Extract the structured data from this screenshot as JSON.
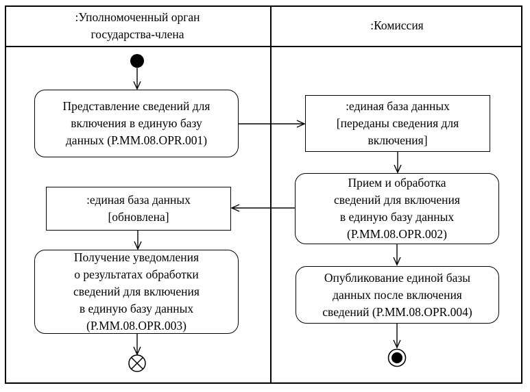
{
  "diagram": {
    "type": "uml-activity-swimlane",
    "colors": {
      "line": "#000000",
      "background": "#ffffff"
    },
    "lanes": {
      "left": {
        "title_lines": [
          ":Уполномоченный орган",
          "государства-члена"
        ]
      },
      "right": {
        "title_lines": [
          ":Комиссия"
        ]
      }
    },
    "nodes": {
      "initial": {
        "kind": "initial-node",
        "lane": "left"
      },
      "submit": {
        "kind": "action",
        "lane": "left",
        "lines": [
          "Представление сведений для",
          "включения в единую базу",
          "данных (P.MM.08.OPR.001)"
        ]
      },
      "db_transferred": {
        "kind": "object",
        "lane": "right",
        "lines": [
          ":единая база данных",
          "[переданы сведения для",
          "включения]"
        ]
      },
      "receive_process": {
        "kind": "action",
        "lane": "right",
        "lines": [
          "Прием и обработка",
          "сведений для включения",
          "в единую базу данных",
          "(P.MM.08.OPR.002)"
        ]
      },
      "db_updated": {
        "kind": "object",
        "lane": "left",
        "lines": [
          ":единая база данных",
          "[обновлена]"
        ]
      },
      "receive_notification": {
        "kind": "action",
        "lane": "left",
        "lines": [
          "Получение уведомления",
          "о результатах обработки",
          "сведений для включения",
          "в единую базу данных",
          "(P.MM.08.OPR.003)"
        ]
      },
      "publish": {
        "kind": "action",
        "lane": "right",
        "lines": [
          "Опубликование единой базы",
          "данных после включения",
          "сведений (P.MM.08.OPR.004)"
        ]
      },
      "flow_final": {
        "kind": "flow-final-node",
        "lane": "left"
      },
      "activity_final": {
        "kind": "activity-final-node",
        "lane": "right"
      }
    },
    "flows": [
      {
        "from": "initial",
        "to": "submit"
      },
      {
        "from": "submit",
        "to": "db_transferred"
      },
      {
        "from": "db_transferred",
        "to": "receive_process"
      },
      {
        "from": "receive_process",
        "to": "db_updated"
      },
      {
        "from": "db_updated",
        "to": "receive_notification"
      },
      {
        "from": "receive_notification",
        "to": "flow_final"
      },
      {
        "from": "receive_process",
        "to": "publish"
      },
      {
        "from": "publish",
        "to": "activity_final"
      }
    ]
  }
}
